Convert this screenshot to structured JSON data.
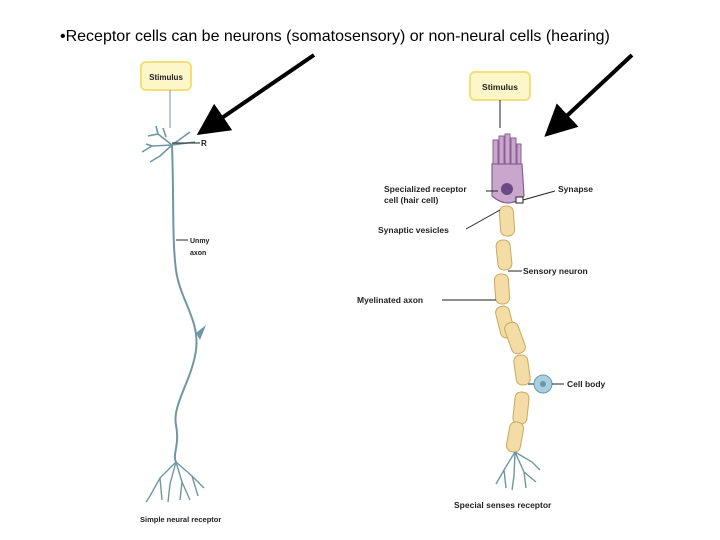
{
  "slide": {
    "bullet_text": "•Receptor cells can be neurons (somatosensory) or non-neural cells (hearing)"
  },
  "left_figure": {
    "stimulus_label": "Stimulus",
    "receptor_label_partial": "R",
    "axon_label_line1": "Unmy",
    "axon_label_line2": "axon",
    "caption": "Simple neural receptor"
  },
  "right_figure": {
    "stimulus_label": "Stimulus",
    "receptor_cell_line1": "Specialized receptor",
    "receptor_cell_line2": "cell (hair cell)",
    "synapse_label": "Synapse",
    "vesicles_label": "Synaptic vesicles",
    "sensory_neuron_label": "Sensory neuron",
    "myelinated_label": "Myelinated axon",
    "cell_body_label": "Cell body",
    "caption": "Special senses receptor"
  },
  "colors": {
    "stimulus_box": "#fdf6c8",
    "stimulus_border": "#f2df7a",
    "neuron": "#6e97a3",
    "myelin": "#f3dca5",
    "myelin_edge": "#c9a85a",
    "hair_cell": "#c9a7cc",
    "hair_cell_edge": "#8a5f93",
    "nucleus": "#6a4a86",
    "cell_body": "#a9cfe3"
  }
}
